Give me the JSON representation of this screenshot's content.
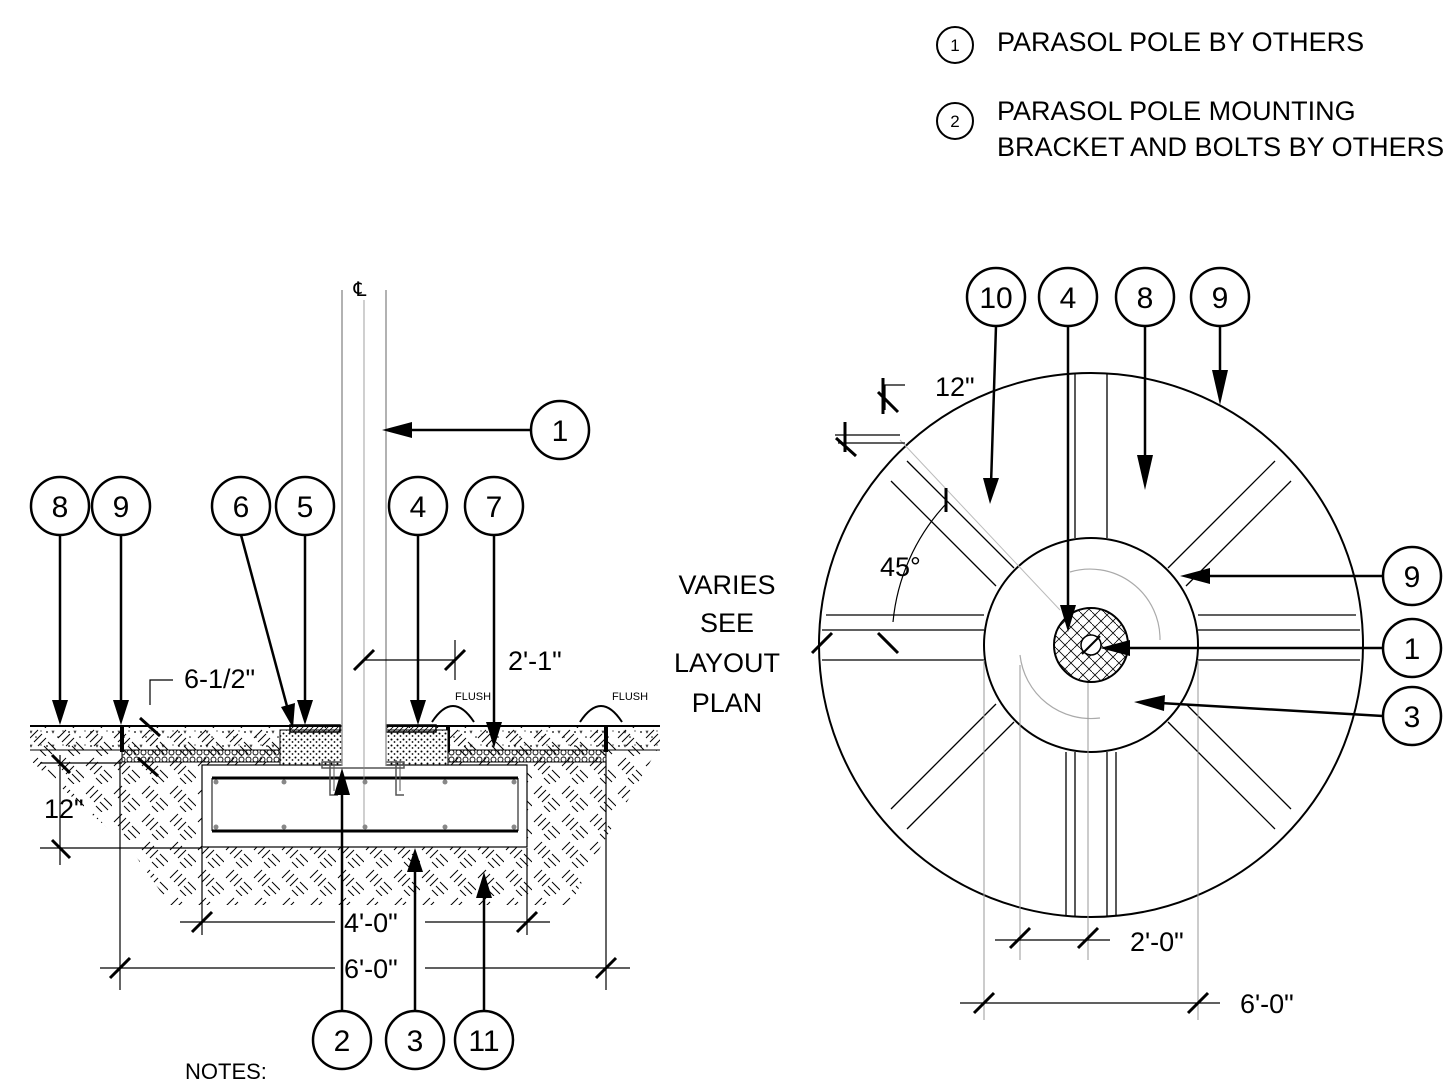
{
  "legend": [
    {
      "num": "1",
      "line1": "PARASOL POLE BY OTHERS",
      "line2": ""
    },
    {
      "num": "2",
      "line1": "PARASOL POLE MOUNTING",
      "line2": "BRACKET AND BOLTS BY OTHERS"
    }
  ],
  "section": {
    "centerline": "℄",
    "top_bubbles": [
      "8",
      "9",
      "6",
      "5",
      "4",
      "7"
    ],
    "pole_bubble": "1",
    "bottom_bubbles": [
      "2",
      "3",
      "11"
    ],
    "dims": {
      "paving_thickness": "6-1/2\"",
      "pole_offset": "2'-1\"",
      "footing_depth": "12\"",
      "footing_width": "4'-0\"",
      "overall_width": "6'-0\""
    },
    "flush_left": "FLUSH",
    "flush_right": "FLUSH"
  },
  "plan": {
    "top_bubbles": [
      "10",
      "4",
      "8",
      "9"
    ],
    "right_bubbles": [
      "9",
      "1",
      "3"
    ],
    "dims": {
      "band_width": "12\"",
      "angle": "45°",
      "inner_diameter": "2'-0\"",
      "outer_diameter": "6'-0\""
    },
    "varies_note": [
      "VARIES",
      "SEE",
      "LAYOUT",
      "PLAN"
    ]
  },
  "notes_heading": "NOTES:"
}
